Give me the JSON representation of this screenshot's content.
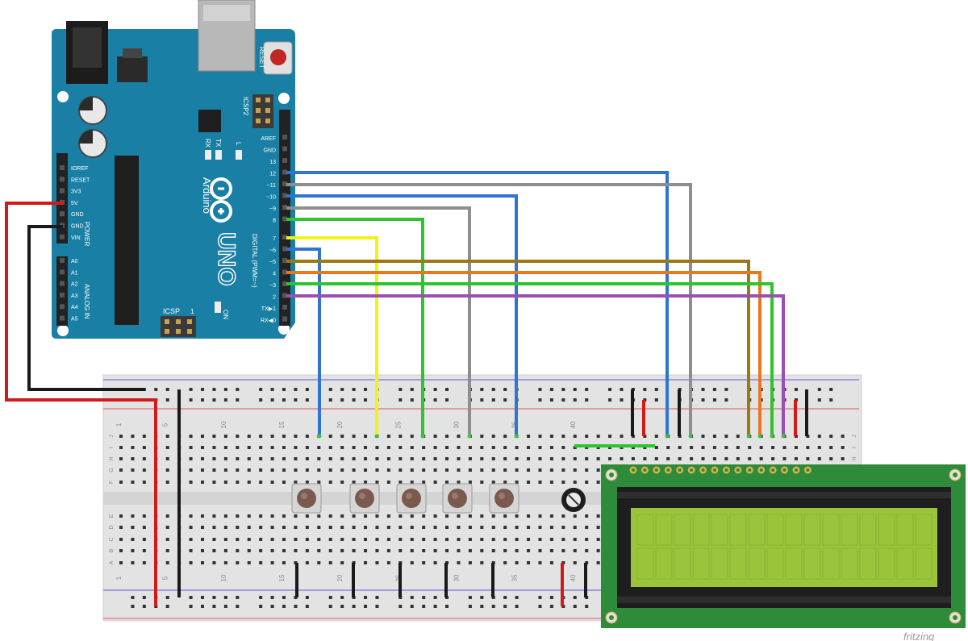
{
  "arduino": {
    "brand": "Arduino",
    "model": "UNO",
    "reset_label": "RESET",
    "icsp2_label": "ICSP2",
    "icsp_label": "ICSP",
    "icsp_pin1": "1",
    "rx_label": "RX",
    "tx_label": "TX",
    "l_label": "L",
    "on_label": "ON",
    "digital_label": "DIGITAL (PWM=~)",
    "power_label": "POWER",
    "analog_label": "ANALOG IN",
    "power_pins": [
      "IOREF",
      "RESET",
      "3V3",
      "5V",
      "GND",
      "GND",
      "VIN"
    ],
    "analog_pins": [
      "A0",
      "A1",
      "A2",
      "A3",
      "A4",
      "A5"
    ],
    "digital_pins": [
      "AREF",
      "GND",
      "13",
      "12",
      "~11",
      "~10",
      "~9",
      "8",
      "7",
      "~6",
      "~5",
      "4",
      "~3",
      "2",
      "TX▶1",
      "RX◀0"
    ]
  },
  "breadboard": {
    "column_numbers": [
      "1",
      "5",
      "10",
      "15",
      "20",
      "25",
      "30",
      "35",
      "40"
    ],
    "row_letters_top": [
      "J",
      "I",
      "H",
      "G",
      "F"
    ],
    "row_letters_bottom": [
      "E",
      "D",
      "C",
      "B",
      "A"
    ]
  },
  "components": {
    "buttons": [
      "button-1",
      "button-2",
      "button-3",
      "button-4",
      "button-5"
    ],
    "potentiometer": "potentiometer",
    "lcd": "lcd-16x2"
  },
  "wire_colors": {
    "red": "#d11a1a",
    "black": "#1a1a1a",
    "blue": "#2f74d0",
    "gray": "#8e8e8e",
    "green": "#2ec42e",
    "yellow": "#f2f21a",
    "brown": "#9a7a16",
    "orange": "#e8781e",
    "purple": "#9b4fb3"
  },
  "board_color": "#1a7fa4",
  "lcd_screen_color": "#9ac43a",
  "lcd_pcb_color": "#2e8b3a",
  "watermark": "fritzing"
}
